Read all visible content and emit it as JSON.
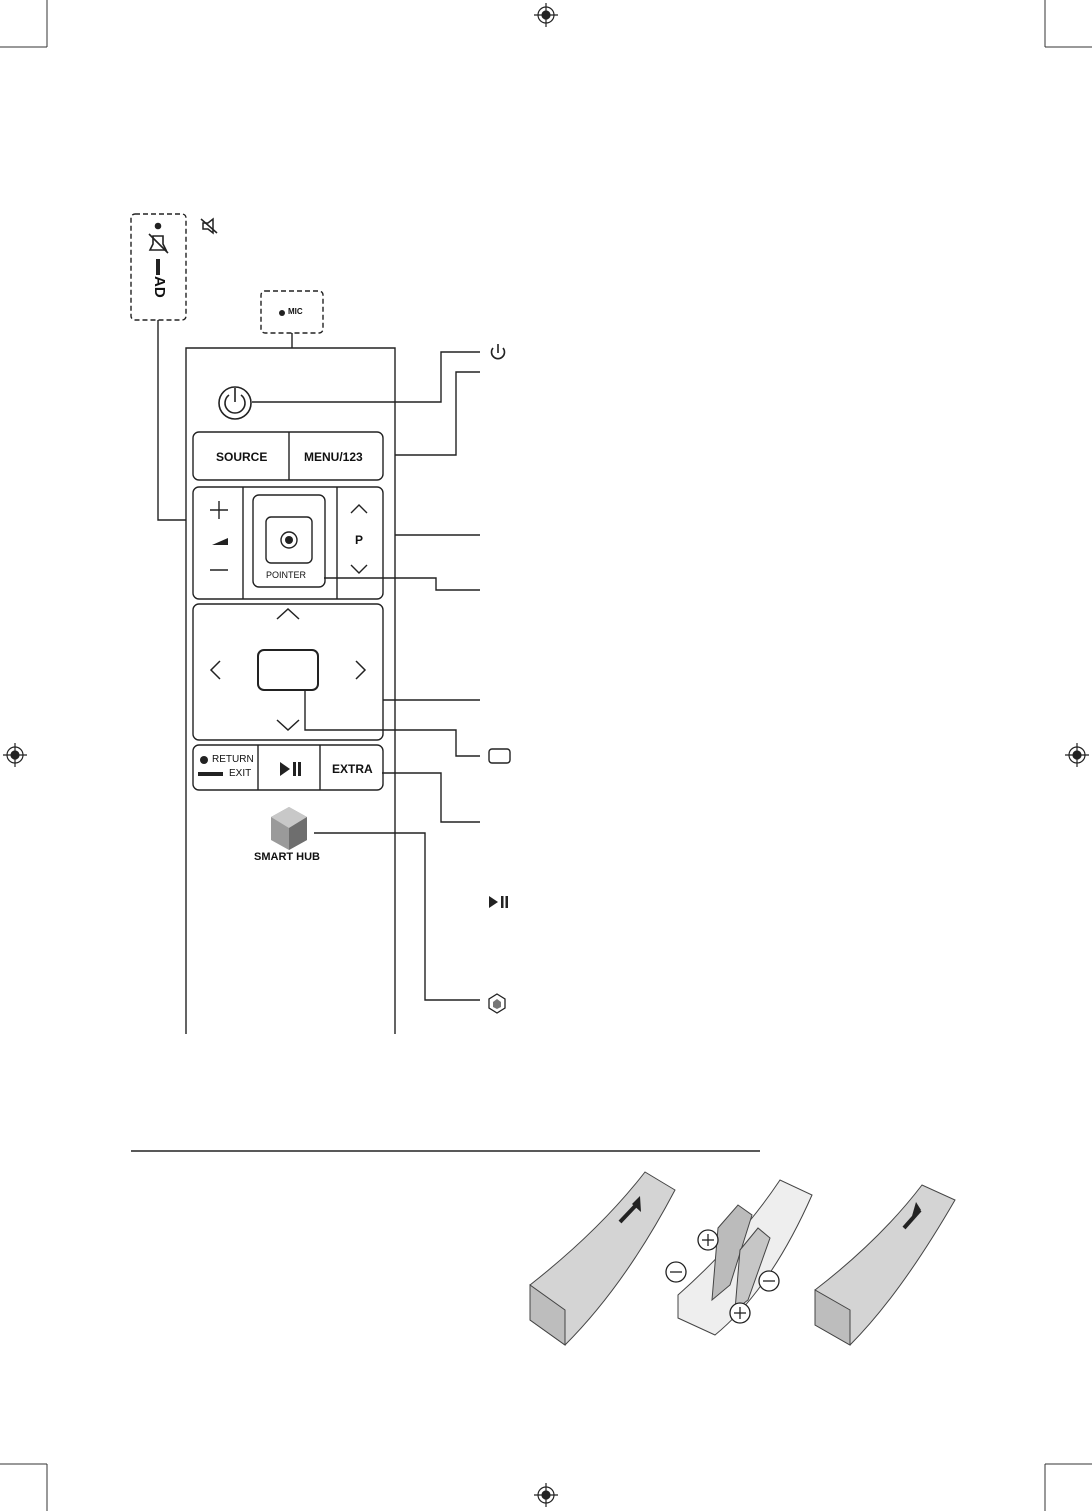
{
  "remote": {
    "mic_label": "MIC",
    "buttons": {
      "source": "SOURCE",
      "menu": "MENU/123",
      "channel": "P",
      "pointer": "POINTER",
      "return": "RETURN",
      "exit": "EXIT",
      "extra": "EXTRA",
      "smart_hub": "SMART HUB"
    },
    "side_label": "AD"
  },
  "icons": {
    "callout_power": "power-icon",
    "callout_enter": "enter-button-icon",
    "callout_play_pause": "play-pause-icon",
    "callout_smart_hub": "smart-hub-cube-icon",
    "callout_mute": "mute-icon"
  },
  "colors": {
    "line": "#222222",
    "remote_body": "#e6e6e6",
    "battery_cover": "#cfcfcf"
  }
}
